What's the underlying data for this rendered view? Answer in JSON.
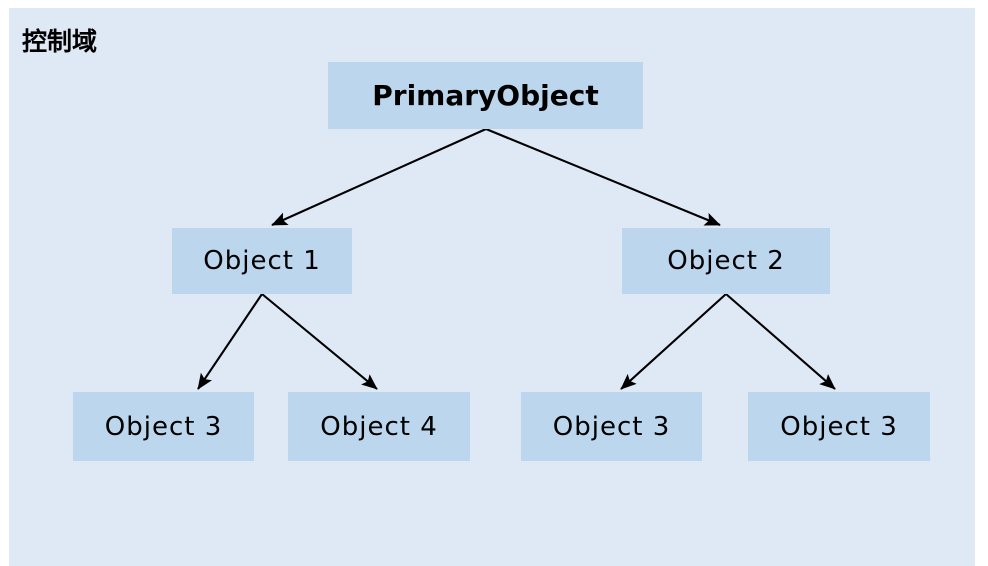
{
  "panel": {
    "title": "控制域",
    "background_color": "#dfe9f5"
  },
  "theme": {
    "node_fill": "#bcd6ed",
    "edge_color": "#000000",
    "text_color": "#000000",
    "page_background": "#ffffff"
  },
  "diagram": {
    "type": "tree",
    "nodes": [
      {
        "id": "root",
        "label": "PrimaryObject",
        "level": 0
      },
      {
        "id": "l2a",
        "label": "Object 1",
        "level": 1
      },
      {
        "id": "l2b",
        "label": "Object 2",
        "level": 1
      },
      {
        "id": "l3a",
        "label": "Object 3",
        "level": 2
      },
      {
        "id": "l3b",
        "label": "Object 4",
        "level": 2
      },
      {
        "id": "l3c",
        "label": "Object 3",
        "level": 2
      },
      {
        "id": "l3d",
        "label": "Object 3",
        "level": 2
      }
    ],
    "edges": [
      {
        "from": "root",
        "to": "l2a",
        "arrow": "filled-triangle"
      },
      {
        "from": "root",
        "to": "l2b",
        "arrow": "filled-triangle"
      },
      {
        "from": "l2a",
        "to": "l3a",
        "arrow": "filled-triangle"
      },
      {
        "from": "l2a",
        "to": "l3b",
        "arrow": "filled-triangle"
      },
      {
        "from": "l2b",
        "to": "l3c",
        "arrow": "filled-triangle"
      },
      {
        "from": "l2b",
        "to": "l3d",
        "arrow": "filled-triangle"
      }
    ]
  }
}
